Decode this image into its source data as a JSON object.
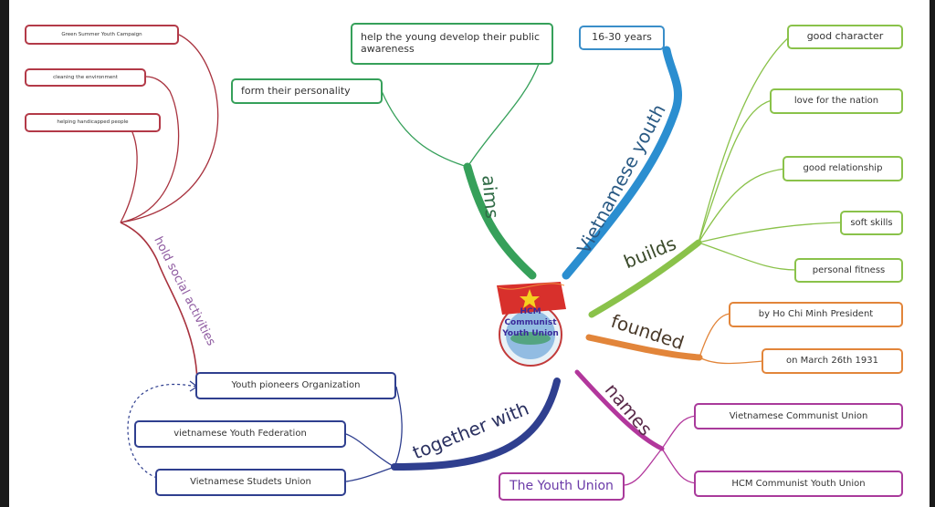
{
  "center": {
    "lines": [
      "HCM",
      "Communist",
      "Youth Union"
    ]
  },
  "branches": {
    "aims": {
      "label": "aims",
      "color": "#36a05a",
      "nodes": [
        "help the young develop their public awareness",
        "form their personality"
      ]
    },
    "vietnamese_youth": {
      "label": "Vietnamese youth",
      "color": "#2b8ed0",
      "nodes": [
        "16-30 years"
      ]
    },
    "builds": {
      "label": "builds",
      "color": "#8ac24a",
      "nodes": [
        "good character",
        "love for the nation",
        "good relationship",
        "soft skills",
        "personal fitness"
      ]
    },
    "founded": {
      "label": "founded",
      "color": "#e2853a",
      "nodes": [
        "by Ho Chi Minh President",
        "on March 26th 1931"
      ]
    },
    "names": {
      "label": "names",
      "color": "#b2379c",
      "nodes": [
        "Vietnamese Communist Union",
        "HCM Communist Youth Union",
        "The Youth Union"
      ]
    },
    "together_with": {
      "label": "together with",
      "color": "#2f3f8f",
      "nodes": [
        "Youth pioneers Organization",
        "vietnamese Youth Federation",
        "Vietnamese Studets Union"
      ]
    },
    "hold_social_activities": {
      "label": "hold social activities",
      "color": "#a8323e",
      "nodes": [
        "Green Summer Youth Campaign",
        "cleaning the environment",
        "helping handicapped people"
      ]
    }
  }
}
